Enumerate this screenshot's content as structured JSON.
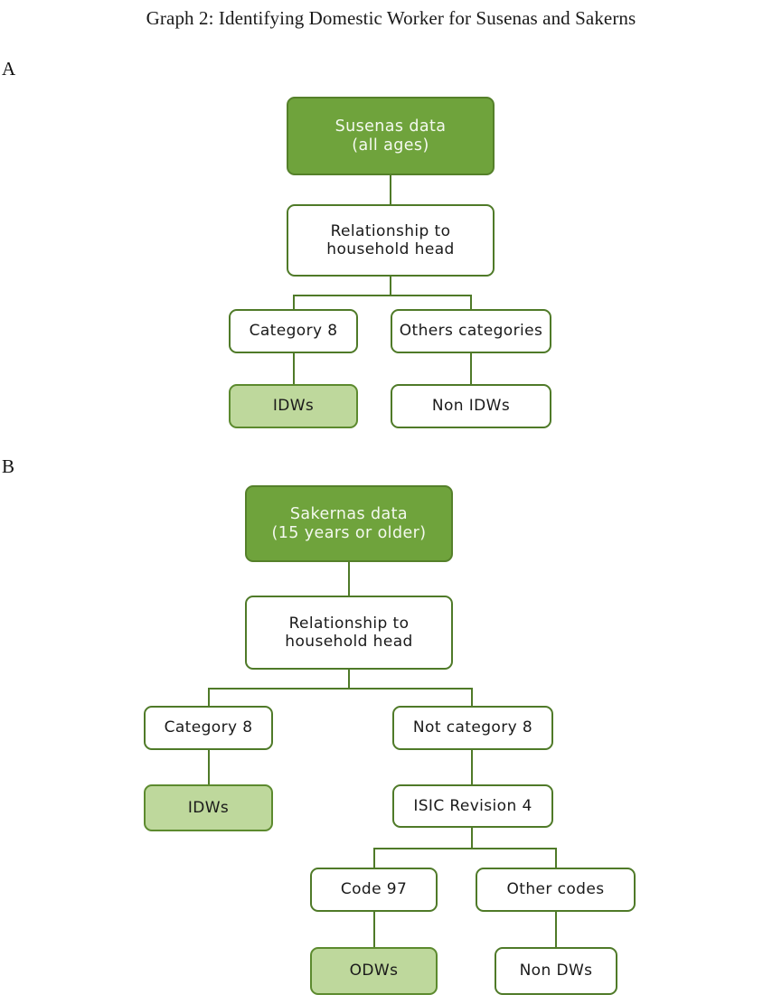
{
  "figure": {
    "title": "Graph 2: Identifying Domestic Worker for Susenas and Sakerns"
  },
  "colors": {
    "dark_green_fill": "#6fa33c",
    "dark_green_border": "#55802a",
    "light_green_fill": "#bed89c",
    "node_border": "#4f7a28",
    "connector": "#4f7a28",
    "dark_text": "#1a1a1a",
    "light_text": "#f4f9ef",
    "background": "#ffffff"
  },
  "panels": [
    {
      "label": "A",
      "name": "susenas-flowchart",
      "nodes": {
        "root": "Susenas data\n(all ages)",
        "relationship": "Relationship to\nhousehold head",
        "category8": "Category 8",
        "others": "Others categories",
        "idws": "IDWs",
        "non_idws": "Non IDWs"
      }
    },
    {
      "label": "B",
      "name": "sakernas-flowchart",
      "nodes": {
        "root": "Sakernas data\n(15 years or older)",
        "relationship": "Relationship to\nhousehold head",
        "category8": "Category 8",
        "not_category8": "Not category 8",
        "idws": "IDWs",
        "isic": "ISIC Revision 4",
        "code97": "Code 97",
        "other_codes": "Other codes",
        "odws": "ODWs",
        "non_dws": "Non DWs"
      }
    }
  ]
}
